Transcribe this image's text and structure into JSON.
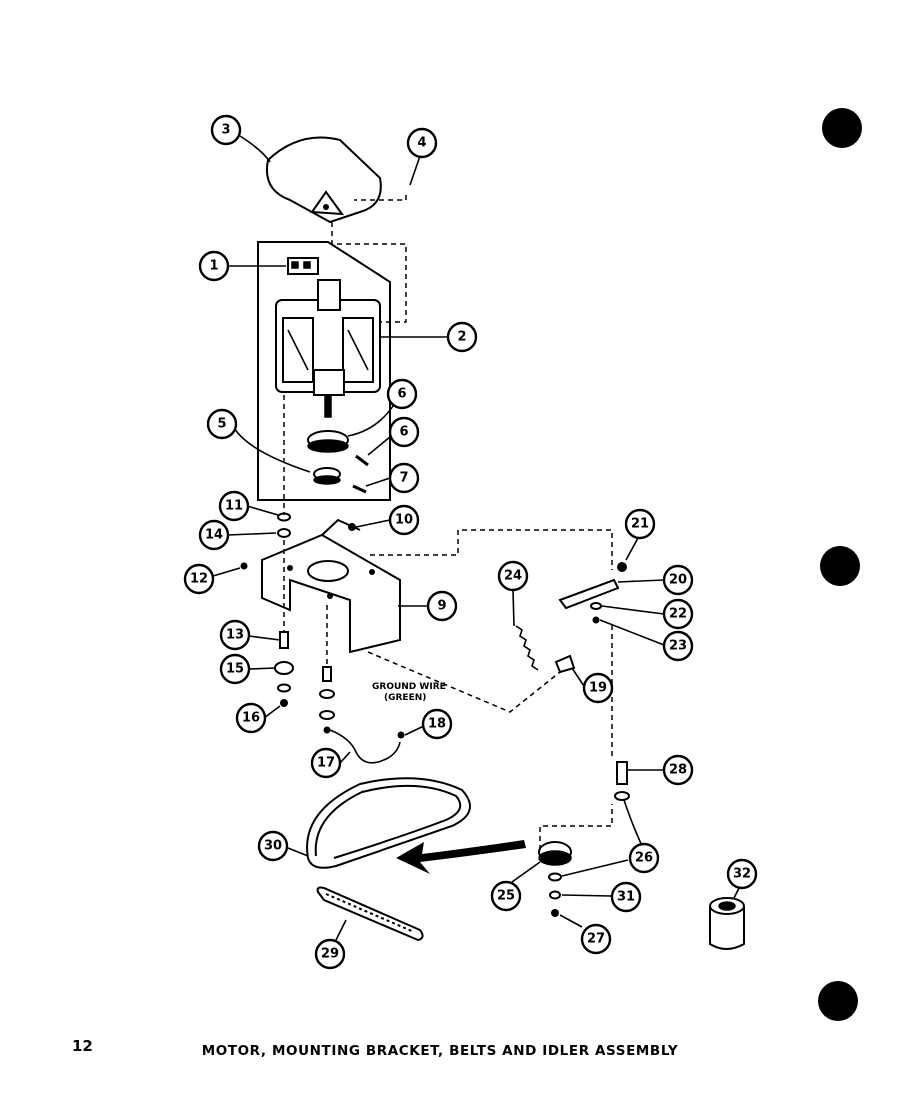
{
  "page_number": "12",
  "caption": "MOTOR, MOUNTING BRACKET, BELTS AND IDLER ASSEMBLY",
  "ground_wire_label": [
    "GROUND WIRE",
    "(GREEN)"
  ],
  "callouts": [
    "1",
    "2",
    "3",
    "4",
    "5",
    "6",
    "6",
    "7",
    "11",
    "14",
    "10",
    "12",
    "9",
    "13",
    "15",
    "16",
    "17",
    "18",
    "21",
    "20",
    "24",
    "22",
    "23",
    "19",
    "28",
    "30",
    "26",
    "25",
    "31",
    "27",
    "29",
    "32"
  ],
  "colors": {
    "ink": "#000000",
    "paper": "#ffffff"
  }
}
